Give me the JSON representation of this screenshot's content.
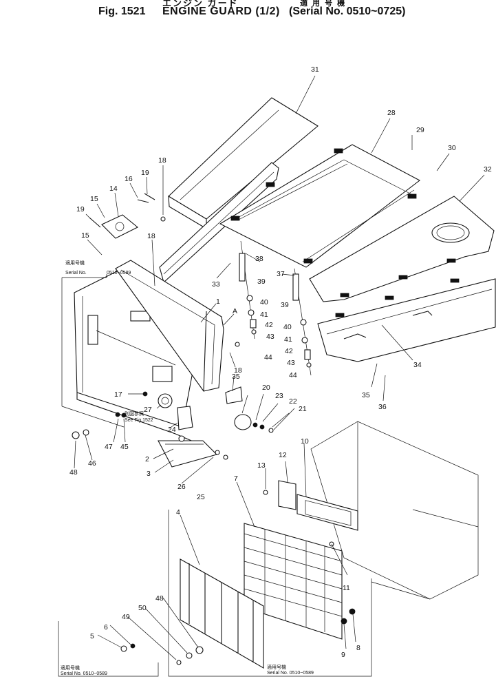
{
  "header": {
    "jp_title": "エンジン ガード",
    "fig_label": "Fig. 1521",
    "title": "ENGINE GUARD (1/2)",
    "jp_serial": "適 用 号 機",
    "serial_range": "(Serial No. 0510~0725)"
  },
  "notes": {
    "serial_jp_a": "適用号機",
    "serial_a_text": "Serial No.",
    "serial_a_range": "0510~0589",
    "see_fig_jp": "別図参照",
    "see_fig": "See Fig.1522",
    "serial_b_jp": "適用号機",
    "serial_b": "Serial No. 0510~0589",
    "serial_c_jp": "適用号機",
    "serial_c": "Serial No. 0510~0589",
    "ref_a": "A"
  },
  "parts": {
    "p1": "1",
    "p2": "2",
    "p3": "3",
    "p4": "4",
    "p5": "5",
    "p6": "6",
    "p7": "7",
    "p8": "8",
    "p9": "9",
    "p10": "10",
    "p11": "11",
    "p12": "12",
    "p13": "13",
    "p14": "14",
    "p15a": "15",
    "p15b": "15",
    "p16": "16",
    "p17": "17",
    "p18a": "18",
    "p18b": "18",
    "p18c": "18",
    "p19a": "19",
    "p19b": "19",
    "p20": "20",
    "p21": "21",
    "p22": "22",
    "p23": "23",
    "p24": "24",
    "p25": "25",
    "p26": "26",
    "p27": "27",
    "p28": "28",
    "p29": "29",
    "p30": "30",
    "p31": "31",
    "p32": "32",
    "p33": "33",
    "p34": "34",
    "p35a": "35",
    "p35b": "35",
    "p36": "36",
    "p37": "37",
    "p38": "38",
    "p39a": "39",
    "p39b": "39",
    "p40a": "40",
    "p40b": "40",
    "p41a": "41",
    "p41b": "41",
    "p42a": "42",
    "p42b": "42",
    "p43a": "43",
    "p43b": "43",
    "p44a": "44",
    "p44b": "44",
    "p45": "45",
    "p46": "46",
    "p47": "47",
    "p48a": "48",
    "p48b": "48",
    "p49": "49",
    "p50": "50"
  }
}
